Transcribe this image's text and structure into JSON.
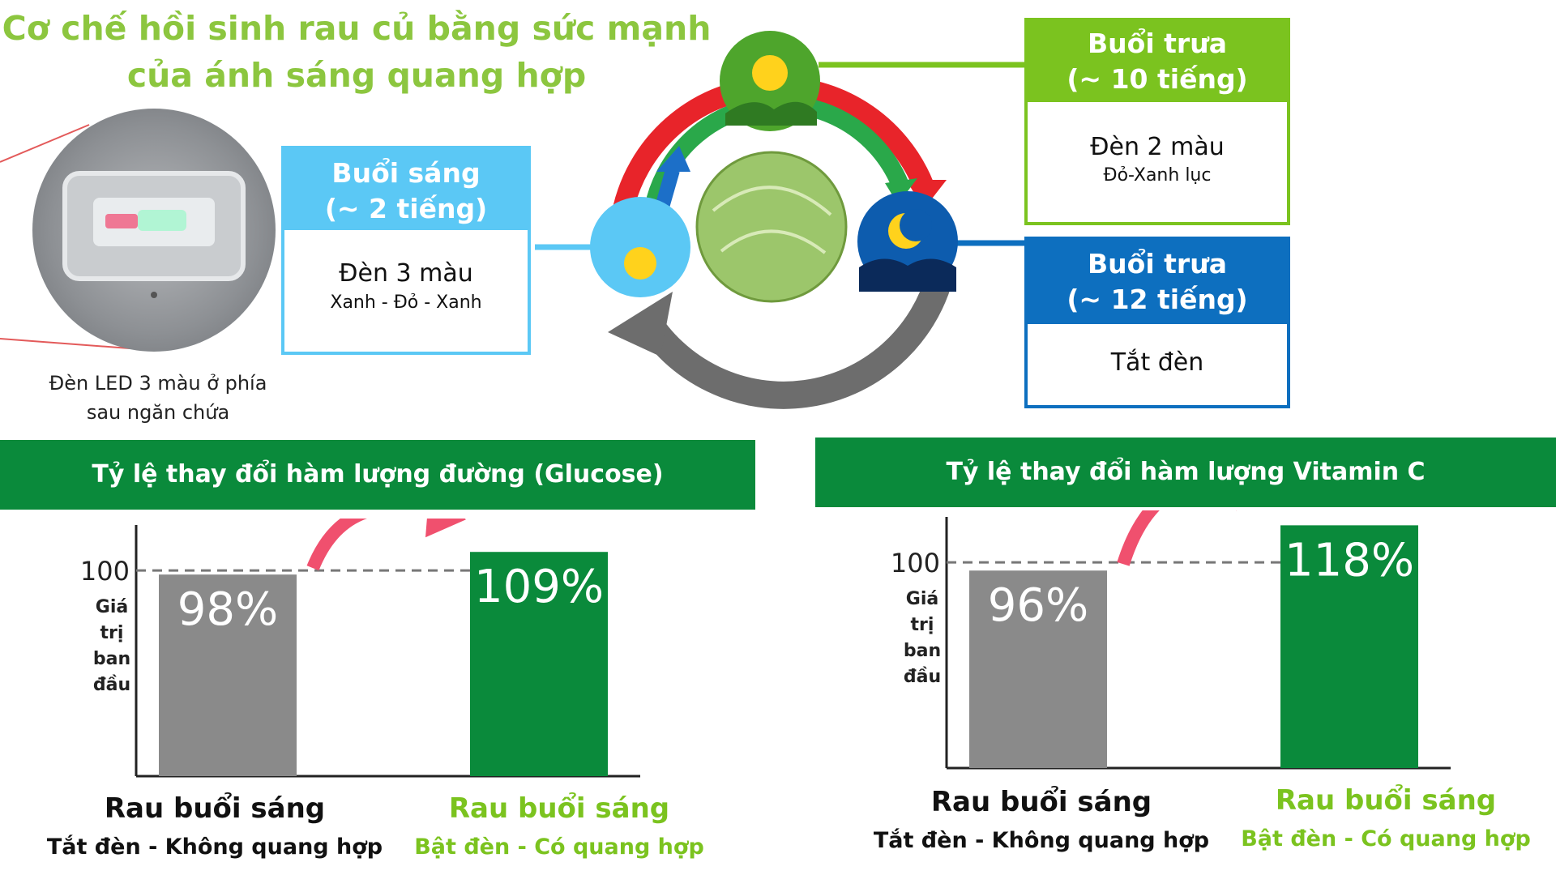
{
  "title": "Cơ chế hồi sinh rau củ bằng sức mạnh của ánh sáng quang hợp",
  "led_caption": "Đèn LED 3 màu ở phía sau ngăn chứa",
  "phases": {
    "morning": {
      "title": "Buổi sáng",
      "duration": "(~ 2 tiếng)",
      "body_main": "Đèn 3 màu",
      "body_sub": "Xanh - Đỏ - Xanh",
      "color": "#5bc8f5"
    },
    "noon": {
      "title": "Buổi trưa",
      "duration": "(~ 10 tiếng)",
      "body_main": "Đèn 2 màu",
      "body_sub": "Đỏ-Xanh lục",
      "color": "#7bc31f"
    },
    "night": {
      "title": "Buổi trưa",
      "duration": "(~ 12 tiếng)",
      "body_main": "Tắt đèn",
      "color": "#0d6fbf"
    }
  },
  "colors": {
    "accent_green": "#0a8a3b",
    "title_green": "#8cc63f",
    "bar_gray": "#8a8a8a",
    "arrow_pink": "#f0506e"
  },
  "chart_data": [
    {
      "type": "bar",
      "title": "Tỷ lệ thay đổi hàm lượng đường (Glucose)",
      "ytick": "100",
      "ylabel": "Giá trị ban đầu",
      "reference_value": 100,
      "categories": [
        {
          "main": "Rau buổi sáng",
          "sub": "Tắt đèn - Không quang hợp"
        },
        {
          "main": "Rau buổi sáng",
          "sub": "Bật đèn - Có quang hợp"
        }
      ],
      "values": [
        98,
        109
      ],
      "value_labels": [
        "98%",
        "109%"
      ],
      "bar_colors": [
        "#8a8a8a",
        "#0a8a3b"
      ]
    },
    {
      "type": "bar",
      "title": "Tỷ lệ thay đổi hàm lượng Vitamin C",
      "ytick": "100",
      "ylabel": "Giá trị ban đầu",
      "reference_value": 100,
      "categories": [
        {
          "main": "Rau buổi sáng",
          "sub": "Tắt đèn - Không quang hợp"
        },
        {
          "main": "Rau buổi sáng",
          "sub": "Bật đèn - Có quang hợp"
        }
      ],
      "values": [
        96,
        118
      ],
      "value_labels": [
        "96%",
        "118%"
      ],
      "bar_colors": [
        "#8a8a8a",
        "#0a8a3b"
      ]
    }
  ]
}
